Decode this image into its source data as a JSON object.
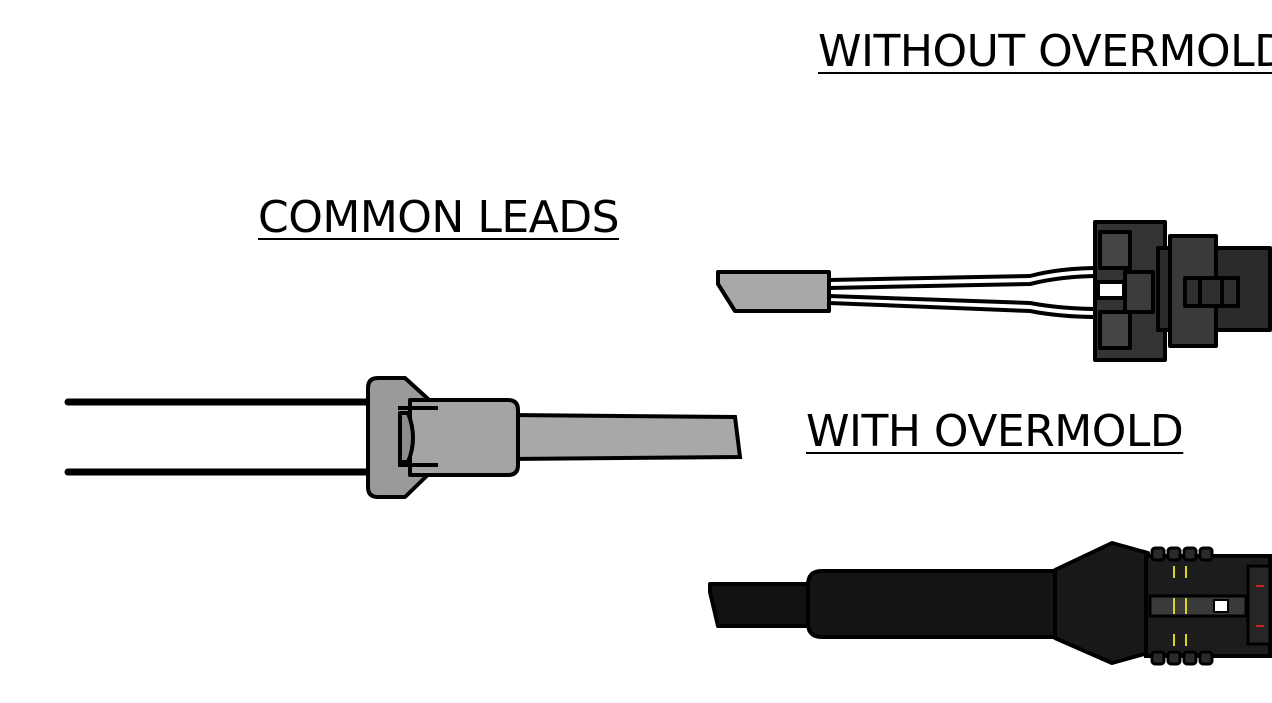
{
  "labels": {
    "without_overmold": "WITHOUT OVERMOLD",
    "common_leads": "COMMON LEADS",
    "with_overmold": "WITH OVERMOLD"
  },
  "colors": {
    "background": "#ffffff",
    "outline": "#000000",
    "light_gray": "#a8a8a8",
    "dark_gray": "#333333",
    "overmold_black": "#111111",
    "pin_yellow": "#e8d020",
    "latch_red": "#cc2222"
  }
}
